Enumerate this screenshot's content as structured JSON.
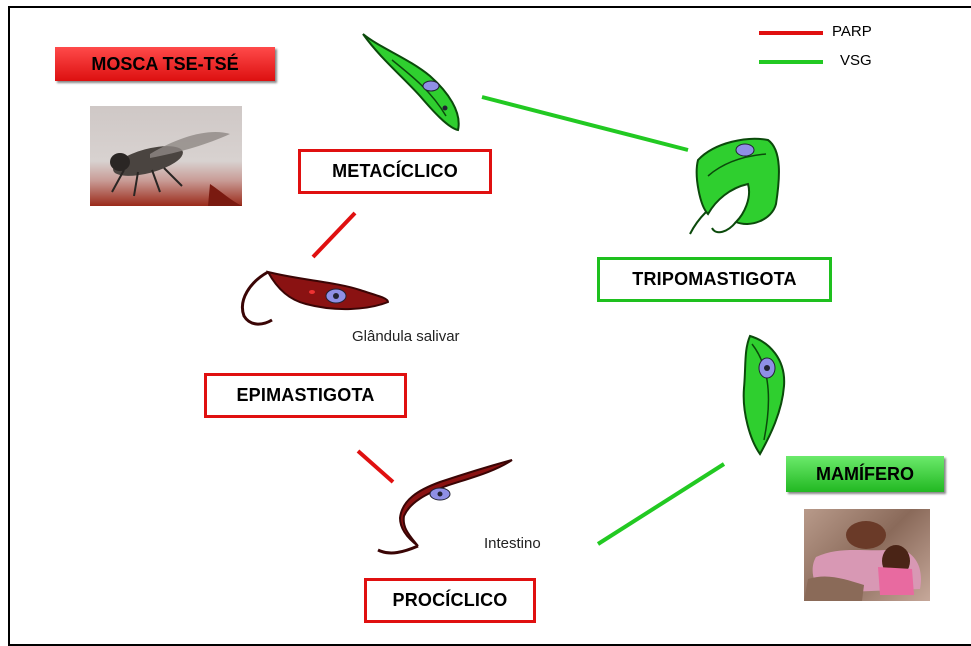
{
  "legend": {
    "items": [
      {
        "label": "PARP",
        "color": "#e01010"
      },
      {
        "label": "VSG",
        "color": "#22c922"
      }
    ]
  },
  "hosts": {
    "fly": {
      "label": "MOSCA TSE-TSÉ",
      "color": "#ee2222"
    },
    "mammal": {
      "label": "MAMÍFERO",
      "color": "#33c633"
    }
  },
  "stages": {
    "metaciclico": {
      "label": "METACÍCLICO",
      "marker": "PARP"
    },
    "tripomastigota": {
      "label": "TRIPOMASTIGOTA",
      "marker": "VSG"
    },
    "epimastigota": {
      "label": "EPIMASTIGOTA",
      "marker": "PARP"
    },
    "prociclico": {
      "label": "PROCÍCLICO",
      "marker": "PARP"
    }
  },
  "locations": {
    "salivary": "Glândula salivar",
    "intestine": "Intestino"
  },
  "colors": {
    "parp_line": "#e01010",
    "vsg_line": "#22c922",
    "parasite_red": "#8a1212",
    "parasite_green": "#2fcf2f",
    "nucleus": "#8f8fe6"
  }
}
